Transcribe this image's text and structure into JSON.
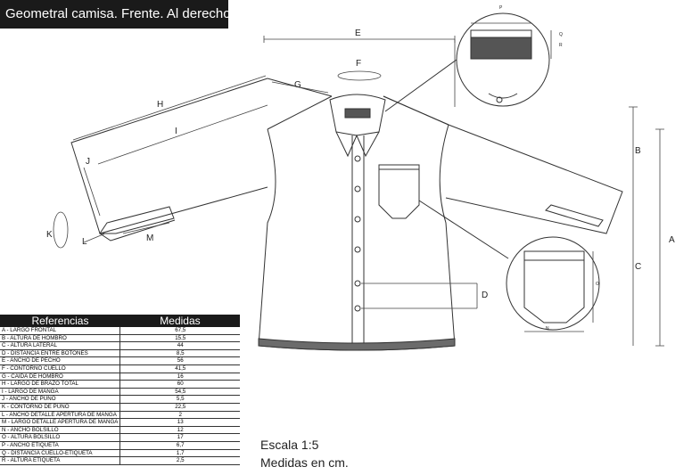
{
  "title": "Geometral camisa. Frente. Al derecho.",
  "dimension_letters": {
    "A": "A",
    "B": "B",
    "C": "C",
    "D": "D",
    "E": "E",
    "F": "F",
    "G": "G",
    "H": "H",
    "I": "I",
    "J": "J",
    "K": "K",
    "L": "L",
    "M": "M",
    "N": "N",
    "O": "O",
    "P": "P",
    "Q": "Q",
    "R": "R"
  },
  "table": {
    "header_ref": "Referencias",
    "header_val": "Medidas",
    "rows": [
      {
        "label": "A - LARGO FRONTAL",
        "value": "67,5"
      },
      {
        "label": "B - ALTURA DE HOMBRO",
        "value": "15,5"
      },
      {
        "label": "C - ALTURA LATERAL",
        "value": "44"
      },
      {
        "label": "D - DISTANCIA ENTRE BOTONES",
        "value": "8,5"
      },
      {
        "label": "E - ANCHO DE PECHO",
        "value": "56"
      },
      {
        "label": "F - CONTORNO CUELLO",
        "value": "41,5"
      },
      {
        "label": "G - CAIDA DE HOMBRO",
        "value": "16"
      },
      {
        "label": "H - LARGO DE BRAZO TOTAL",
        "value": "60"
      },
      {
        "label": "I - LARGO DE MANGA",
        "value": "54,5"
      },
      {
        "label": "J - ANCHO DE PUNO",
        "value": "5,5"
      },
      {
        "label": "K - CONTORNO DE PUNO",
        "value": "22,5"
      },
      {
        "label": "L - ANCHO DETALLE APERTURA DE MANGA",
        "value": "2"
      },
      {
        "label": "M - LARGO DETALLE APERTURA DE MANGA",
        "value": "13"
      },
      {
        "label": "N - ANCHO BOLSILLO",
        "value": "12"
      },
      {
        "label": "O - ALTURA BOLSILLO",
        "value": "17"
      },
      {
        "label": "P - ANCHO ETIQUETA",
        "value": "6,7"
      },
      {
        "label": "Q - DISTANCIA CUELLO-ETIQUETA",
        "value": "1,7"
      },
      {
        "label": "R - ALTURA ETIQUETA",
        "value": "2,5"
      }
    ]
  },
  "scale": "Escala 1:5",
  "units": "Medidas en cm."
}
